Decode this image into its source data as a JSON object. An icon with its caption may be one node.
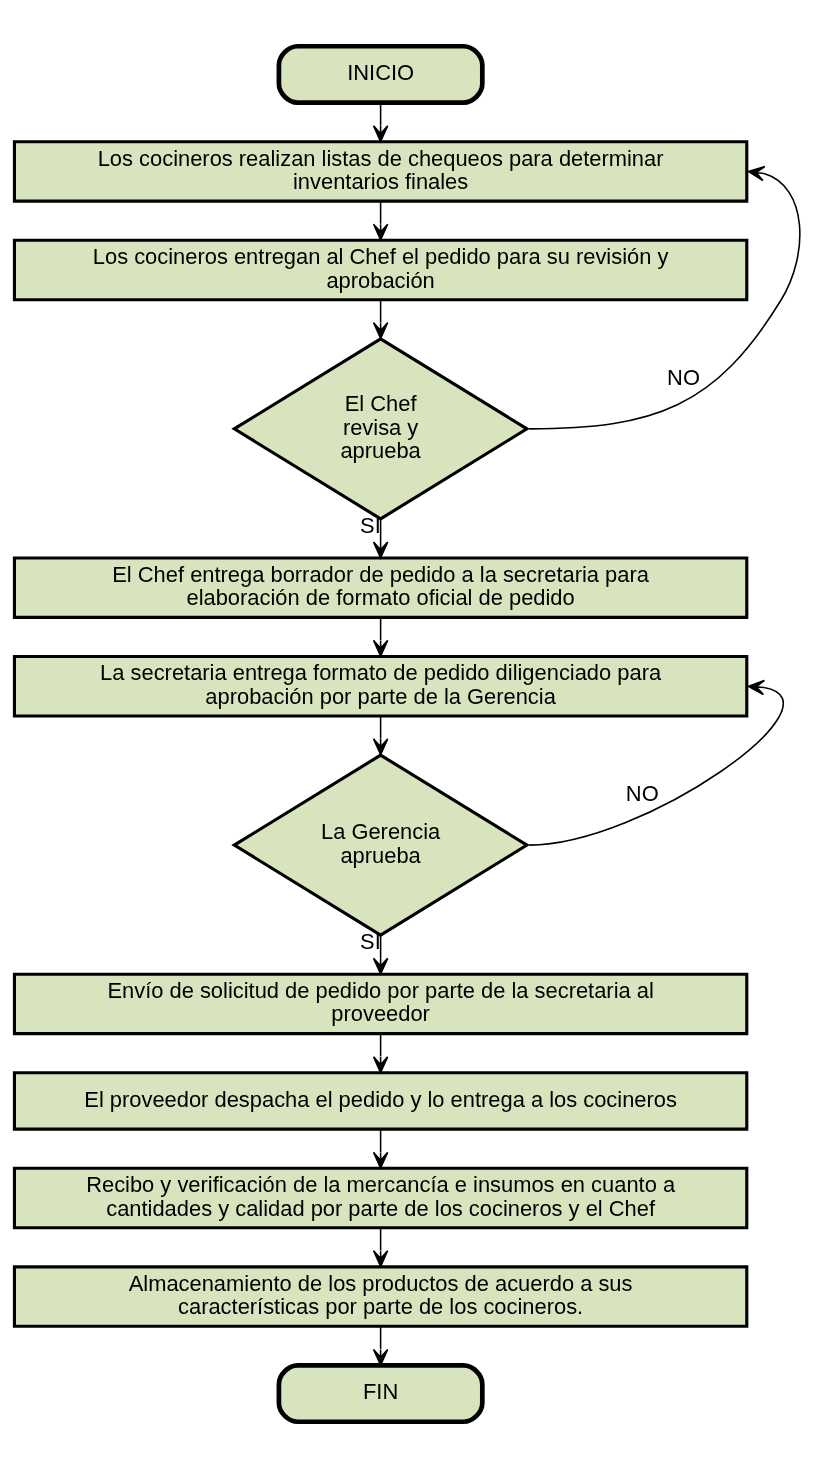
{
  "diagram": {
    "nodes": [
      {
        "text": [
          "INICIO"
        ]
      },
      {
        "text": [
          "Los cocineros realizan listas de chequeos para determinar inventarios finales"
        ]
      },
      {
        "text": [
          "Los cocineros entregan al Chef el pedido para su revisión y aprobación"
        ]
      },
      {
        "text": [
          "El Chef revisa y aprueba"
        ]
      },
      {
        "text": [
          "El Chef entrega borrador de pedido a la secretaria para elaboración de formato oficial de pedido"
        ]
      },
      {
        "text": [
          "La secretaria entrega formato de pedido diligenciado para aprobación por parte de la Gerencia"
        ]
      },
      {
        "text": [
          "La Gerencia aprueba"
        ]
      },
      {
        "text": [
          "Envío de solicitud de pedido por parte de la secretaria al proveedor"
        ]
      },
      {
        "text": [
          "El proveedor despacha el pedido y lo entrega a los cocineros"
        ]
      },
      {
        "text": [
          "Recibo y verificación de la mercancía e insumos en cuanto a cantidades y calidad por parte de los cocineros y el Chef"
        ]
      },
      {
        "text": [
          "Almacenamiento de los productos de acuerdo a sus características por parte de los cocineros."
        ]
      },
      {
        "text": [
          "FIN"
        ]
      }
    ],
    "edges": [
      {
        "from": 0,
        "to": 1,
        "arrow": "to"
      },
      {
        "from": 1,
        "to": 2,
        "arrow": "to"
      },
      {
        "from": 2,
        "to": 3,
        "arrow": "to"
      },
      {
        "from": 3,
        "to": 1,
        "label": "NO",
        "arrow": "to"
      },
      {
        "from": 3,
        "to": 4,
        "label": "SI",
        "arrow": "to"
      },
      {
        "from": 4,
        "to": 5,
        "arrow": "to"
      },
      {
        "from": 5,
        "to": 6,
        "arrow": "to"
      },
      {
        "from": 6,
        "to": 5,
        "label": "NO",
        "arrow": "to"
      },
      {
        "from": 6,
        "to": 7,
        "label": "SI",
        "arrow": "to"
      },
      {
        "from": 7,
        "to": 8,
        "arrow": "to"
      },
      {
        "from": 8,
        "to": 9,
        "arrow": "to"
      },
      {
        "from": 9,
        "to": 10,
        "arrow": "to"
      },
      {
        "from": 10,
        "to": 11,
        "arrow": "to"
      }
    ]
  }
}
